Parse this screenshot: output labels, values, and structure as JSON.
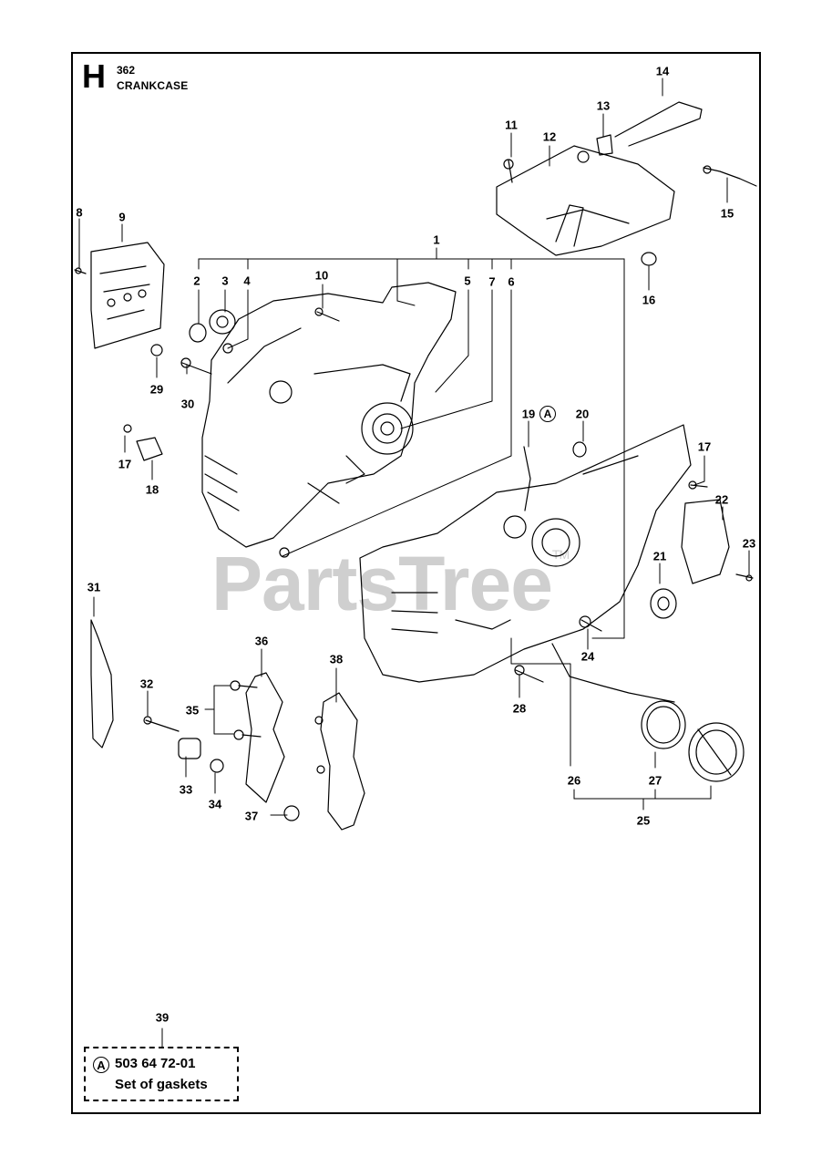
{
  "header": {
    "section_letter": "H",
    "model": "362",
    "title": "CRANKCASE"
  },
  "watermark": {
    "text": "PartsTree",
    "mark": "TM"
  },
  "callouts": [
    {
      "id": "c1",
      "label": "1"
    },
    {
      "id": "c2",
      "label": "2"
    },
    {
      "id": "c3",
      "label": "3"
    },
    {
      "id": "c4",
      "label": "4"
    },
    {
      "id": "c5",
      "label": "5"
    },
    {
      "id": "c6",
      "label": "6"
    },
    {
      "id": "c7",
      "label": "7"
    },
    {
      "id": "c8",
      "label": "8"
    },
    {
      "id": "c9",
      "label": "9"
    },
    {
      "id": "c10",
      "label": "10"
    },
    {
      "id": "c11",
      "label": "11"
    },
    {
      "id": "c12",
      "label": "12"
    },
    {
      "id": "c13",
      "label": "13"
    },
    {
      "id": "c14",
      "label": "14"
    },
    {
      "id": "c15",
      "label": "15"
    },
    {
      "id": "c16",
      "label": "16"
    },
    {
      "id": "c17a",
      "label": "17"
    },
    {
      "id": "c17b",
      "label": "17"
    },
    {
      "id": "c18",
      "label": "18"
    },
    {
      "id": "c19",
      "label": "19"
    },
    {
      "id": "c20",
      "label": "20"
    },
    {
      "id": "c21",
      "label": "21"
    },
    {
      "id": "c22",
      "label": "22"
    },
    {
      "id": "c23",
      "label": "23"
    },
    {
      "id": "c24",
      "label": "24"
    },
    {
      "id": "c25",
      "label": "25"
    },
    {
      "id": "c26",
      "label": "26"
    },
    {
      "id": "c27",
      "label": "27"
    },
    {
      "id": "c28",
      "label": "28"
    },
    {
      "id": "c29",
      "label": "29"
    },
    {
      "id": "c30",
      "label": "30"
    },
    {
      "id": "c31",
      "label": "31"
    },
    {
      "id": "c32",
      "label": "32"
    },
    {
      "id": "c33",
      "label": "33"
    },
    {
      "id": "c34",
      "label": "34"
    },
    {
      "id": "c35",
      "label": "35"
    },
    {
      "id": "c36",
      "label": "36"
    },
    {
      "id": "c37",
      "label": "37"
    },
    {
      "id": "c38",
      "label": "38"
    },
    {
      "id": "c39",
      "label": "39"
    }
  ],
  "kit_marker": "A",
  "gasket_set": {
    "marker": "A",
    "part_number": "503 64 72-01",
    "description": "Set of gaskets"
  }
}
